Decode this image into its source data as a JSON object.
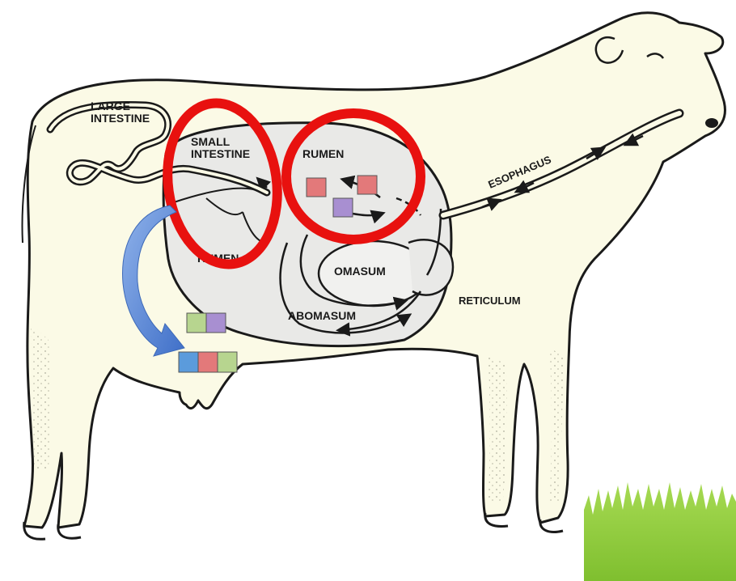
{
  "labels": {
    "large_intestine": [
      "LARGE",
      "INTESTINE"
    ],
    "small_intestine": [
      "SMALL",
      "INTESTINE"
    ],
    "rumen_top": "RUMEN",
    "rumen_lower": "RUMEN",
    "esophagus": "ESOPHAGUS",
    "omasum": "OMASUM",
    "abomasum": "ABOMASUM",
    "reticulum": "RETICULUM"
  },
  "colors": {
    "body_fill": "#fbfae6",
    "organ_fill": "#e9e9e7",
    "outline": "#1a1a1a",
    "highlight_ring": "#e8110f",
    "transfer_arrow": "#4f7fd2",
    "grass": "#8ccc3a",
    "block_red": "#e3797a",
    "block_purple": "#a88fd1",
    "block_green": "#b7d58f",
    "block_blue": "#5b9bdc"
  },
  "icons": {
    "highlight_rings": "red-circle",
    "transfer_arrow": "curved-arrow-icon",
    "grass": "grass-icon"
  }
}
